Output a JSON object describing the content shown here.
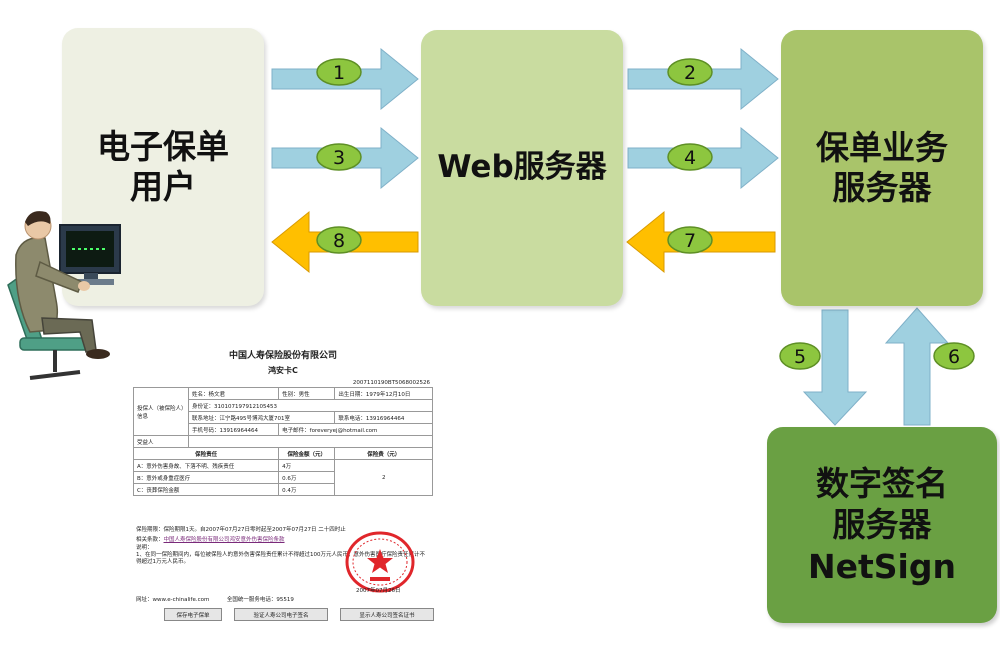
{
  "nodes": {
    "client": "电子保单\n用户",
    "web": "Web服务器",
    "biz": "保单业务\n服务器",
    "sign": "数字签名\n服务器\nNetSign"
  },
  "steps": [
    "1",
    "2",
    "3",
    "4",
    "5",
    "6",
    "7",
    "8"
  ],
  "colors": {
    "forward_arrow": "#9fd0e0",
    "return_arrow": "#ffbf00",
    "badge": "#8dc63f"
  },
  "certificate": {
    "title": "中国人寿保险股份有限公司",
    "subtitle": "鸿安卡C",
    "policy_no": "2007110190BT5068002526",
    "insured_label": "投保人（被保险人）信息",
    "name": "姓名：杨文君",
    "gender": "性别：男性",
    "birth": "出生日期：1979年12月10日",
    "id_card": "身份证：310107197912105453",
    "address": "联系地址：江宁路495号博鸿大厦701室",
    "phone": "联系电话：13916964464",
    "mobile": "手机号码：13916964464",
    "email": "电子邮件：foreveryej@hotmail.com",
    "beneficiary": "受益人",
    "col_liability": "保险责任",
    "col_amount": "保险金额（元）",
    "col_premium": "保险费（元）",
    "rows": [
      {
        "item": "A：意外伤害身故、下落不明、残疾责任",
        "amount": "4万",
        "premium": "2"
      },
      {
        "item": "B：意外或身重症医疗",
        "amount": "0.6万",
        "premium": ""
      },
      {
        "item": "C：丧葬保险金额",
        "amount": "0.4万",
        "premium": ""
      }
    ],
    "period": "保险期限：保险期限1天。自2007年07月27日零时起至2007年07月27日 二十四时止",
    "clause_label": "相关条款：",
    "clause_link": "中国人寿保险股份有限公司鸿安意外伤害保险条款",
    "note_label": "说明：",
    "note": "1、在同一保险期间内，每位被保险人的意外伤害保险责任累计不得超过100万元人民币，意外伤害医疗保险责任累计不得超过1万元人民币。",
    "sign_date": "2007年07月26日",
    "website": "网址：www.e-chinalife.com",
    "hotline": "全国统一服务电话：95519",
    "buttons": [
      "保存电子保单",
      "验证人寿公司电子签名",
      "显示人寿公司签名证书"
    ]
  }
}
